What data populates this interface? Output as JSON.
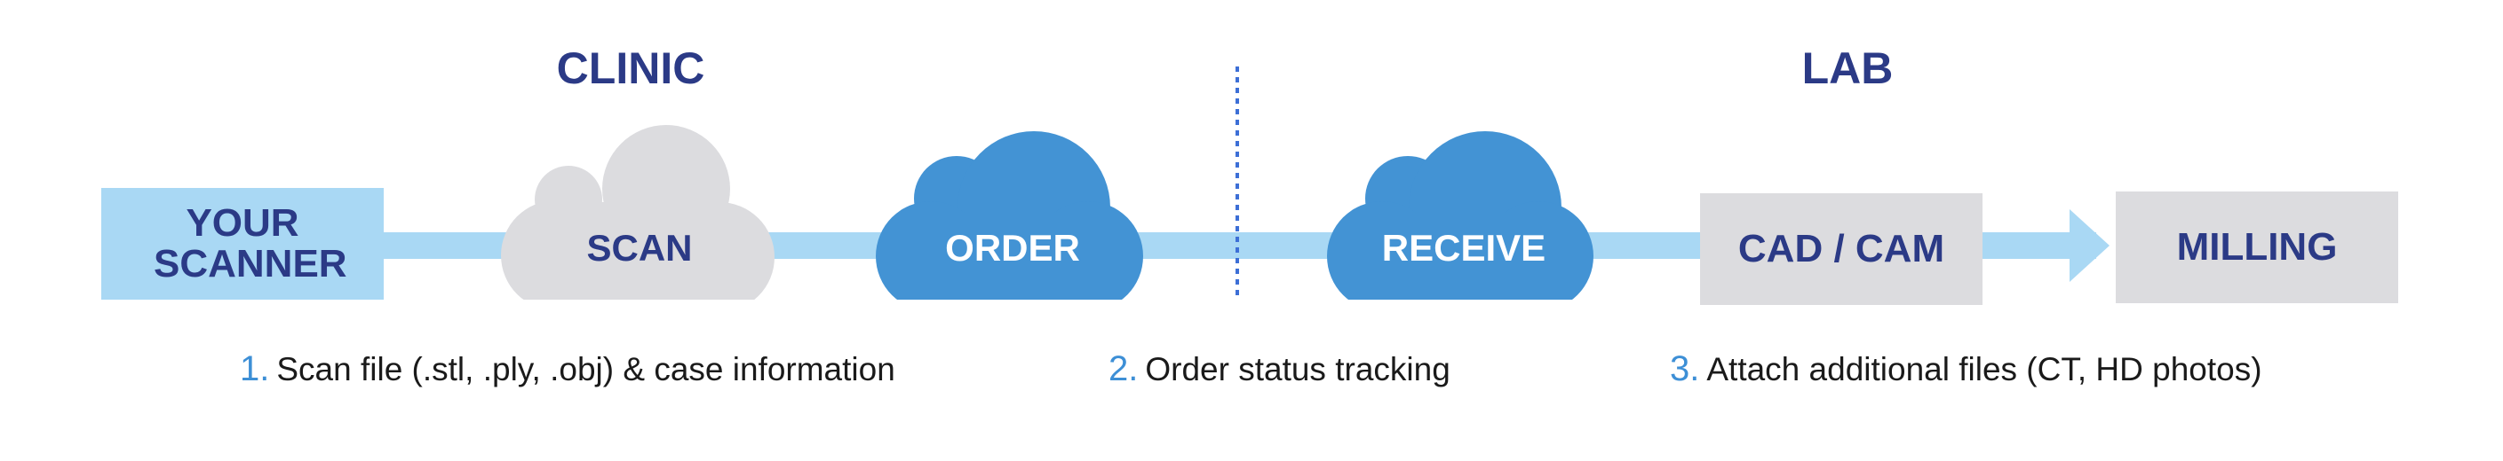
{
  "sections": {
    "clinic": "CLINIC",
    "lab": "LAB"
  },
  "nodes": {
    "scanner": "YOUR SCANNER",
    "scan": "SCAN",
    "order": "ORDER",
    "receive": "RECEIVE",
    "cadcam": "CAD / CAM",
    "milling": "MILLING"
  },
  "steps": [
    {
      "num": "1.",
      "text": "Scan file (.stl, .ply, .obj) & case information"
    },
    {
      "num": "2.",
      "text": "Order status tracking"
    },
    {
      "num": "3.",
      "text": "Attach additional files (CT, HD photos)"
    }
  ],
  "colors": {
    "navy": "#2b3a86",
    "light_blue": "#a9d8f4",
    "cloud_blue": "#4393d4",
    "cloud_gray": "#dcdcdf",
    "box_gray": "#dcdcdf",
    "step_number": "#3d8fd6",
    "divider": "#3d6fd6"
  }
}
